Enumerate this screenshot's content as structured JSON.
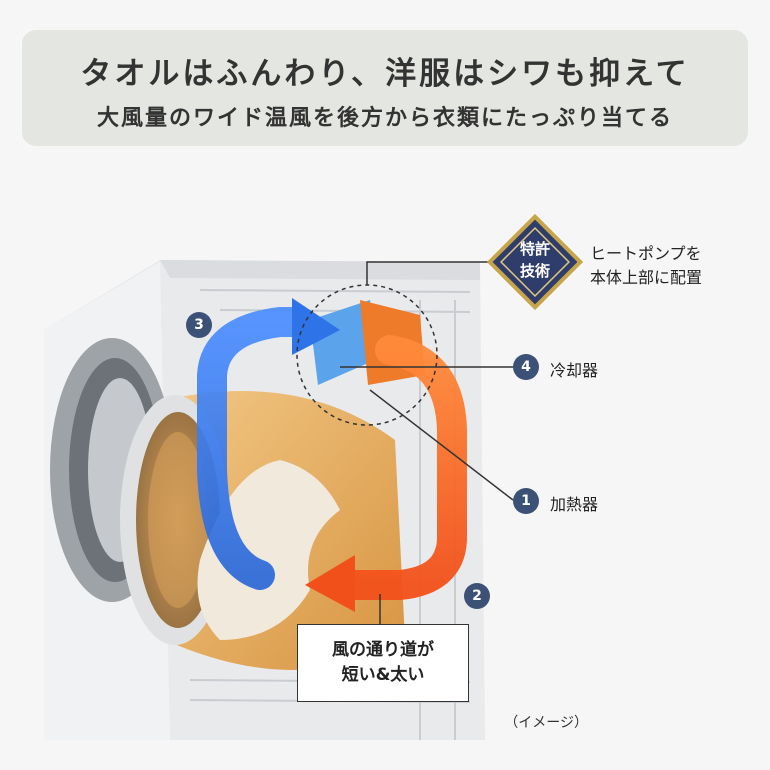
{
  "header": {
    "headline": "タオルはふんわり、洋服はシワも抑えて",
    "subheadline": "大風量のワイド温風を後方から衣類にたっぷり当てる"
  },
  "patent_badge": {
    "text_line1": "特許",
    "text_line2": "技術"
  },
  "labels": {
    "heat_pump_line1": "ヒートポンプを",
    "heat_pump_line2": "本体上部に配置",
    "cooler": "冷却器",
    "heater": "加熱器",
    "airflow_line1": "風の通り道が",
    "airflow_line2": "短い&太い",
    "image_note": "（イメージ）"
  },
  "badges": {
    "n1": "1",
    "n2": "2",
    "n3": "3",
    "n4": "4"
  },
  "colors": {
    "navy": "#3c5176",
    "hot_air": "#f36a1c",
    "cool_air": "#2f73e8",
    "drum_amber": "#e8a44a"
  }
}
